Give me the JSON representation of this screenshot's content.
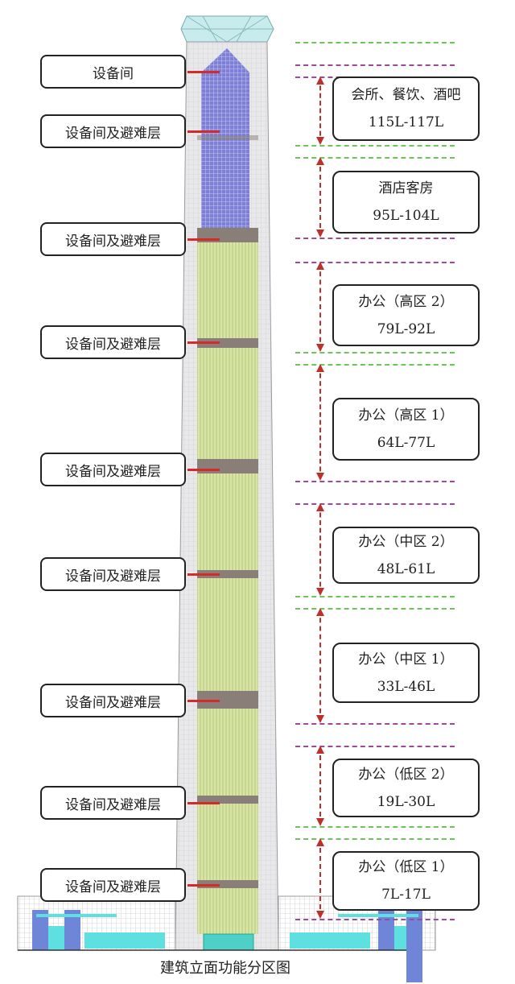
{
  "left_labels": [
    "设备间",
    "设备间及避难层",
    "设备间及避难层",
    "设备间及避难层",
    "设备间及避难层",
    "设备间及避难层",
    "设备间及避难层",
    "设备间及避难层",
    "设备间及避难层"
  ],
  "zones": [
    {
      "name": "会所、餐饮、酒吧",
      "floors": "115L-117L"
    },
    {
      "name": "酒店客房",
      "floors": "95L-104L"
    },
    {
      "name": "办公（高区 2）",
      "floors": "79L-92L"
    },
    {
      "name": "办公（高区 1）",
      "floors": "64L-77L"
    },
    {
      "name": "办公（中区 2）",
      "floors": "48L-61L"
    },
    {
      "name": "办公（中区 1）",
      "floors": "33L-46L"
    },
    {
      "name": "办公（低区 2）",
      "floors": "19L-30L"
    },
    {
      "name": "办公（低区 1）",
      "floors": "7L-17L"
    }
  ],
  "caption": "建筑立面功能分区图",
  "colors": {
    "leader": "#d42a2a",
    "green_dash": "#6cc45a",
    "purple_dash": "#a0489a",
    "hotel_core": "#6c6fc8",
    "office_core": "#d8e6a8",
    "refuge": "#8a7f78"
  }
}
